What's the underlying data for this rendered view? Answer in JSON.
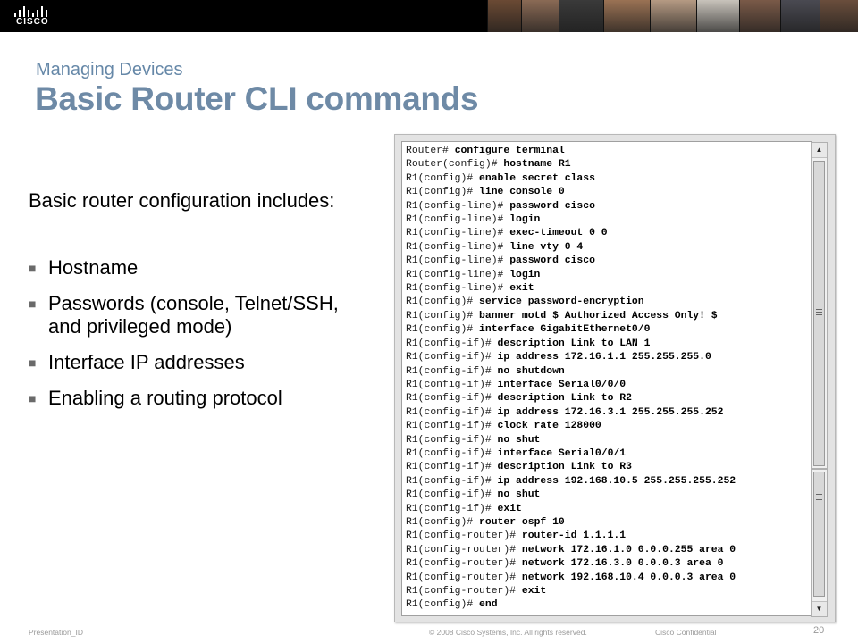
{
  "banner": {
    "logo_text": "CISCO",
    "photos": [
      {
        "color": "#6b4a34"
      },
      {
        "color": "#8a6a55"
      },
      {
        "color": "#3a3a3a"
      },
      {
        "color": "#9a7254"
      },
      {
        "color": "#b59a83"
      },
      {
        "color": "#c8c3bb"
      },
      {
        "color": "#7a5a48"
      },
      {
        "color": "#4a4a52"
      },
      {
        "color": "#6a4e3c"
      }
    ]
  },
  "slide": {
    "supertitle": "Managing Devices",
    "title": "Basic Router CLI commands",
    "intro": "Basic router configuration includes:",
    "bullets": [
      "Hostname",
      "Passwords (console, Telnet/SSH, and privileged mode)",
      "Interface IP addresses",
      "Enabling a routing protocol"
    ]
  },
  "terminal": {
    "lines": [
      {
        "prompt": "Router#",
        "cmd": "configure terminal"
      },
      {
        "prompt": "Router(config)#",
        "cmd": "hostname R1"
      },
      {
        "prompt": "R1(config)#",
        "cmd": "enable secret class"
      },
      {
        "prompt": "R1(config)#",
        "cmd": "line console 0"
      },
      {
        "prompt": "R1(config-line)#",
        "cmd": "password cisco"
      },
      {
        "prompt": "R1(config-line)#",
        "cmd": "login"
      },
      {
        "prompt": "R1(config-line)#",
        "cmd": "exec-timeout 0 0"
      },
      {
        "prompt": "R1(config-line)#",
        "cmd": "line vty 0 4"
      },
      {
        "prompt": "R1(config-line)#",
        "cmd": "password cisco"
      },
      {
        "prompt": "R1(config-line)#",
        "cmd": "login"
      },
      {
        "prompt": "R1(config-line)#",
        "cmd": "exit"
      },
      {
        "prompt": "R1(config)#",
        "cmd": "service password-encryption"
      },
      {
        "prompt": "R1(config)#",
        "cmd": "banner motd $ Authorized Access Only! $"
      },
      {
        "prompt": "R1(config)#",
        "cmd": "interface GigabitEthernet0/0"
      },
      {
        "prompt": "R1(config-if)#",
        "cmd": "description Link to LAN 1"
      },
      {
        "prompt": "R1(config-if)#",
        "cmd": "ip address 172.16.1.1 255.255.255.0"
      },
      {
        "prompt": "R1(config-if)#",
        "cmd": "no shutdown"
      },
      {
        "prompt": "R1(config-if)#",
        "cmd": "interface Serial0/0/0"
      },
      {
        "prompt": "R1(config-if)#",
        "cmd": "description Link to R2"
      },
      {
        "prompt": "R1(config-if)#",
        "cmd": "ip address 172.16.3.1 255.255.255.252"
      },
      {
        "prompt": "R1(config-if)#",
        "cmd": "clock rate 128000"
      },
      {
        "prompt": "R1(config-if)#",
        "cmd": "no shut"
      },
      {
        "prompt": "R1(config-if)#",
        "cmd": "interface Serial0/0/1"
      },
      {
        "prompt": "R1(config-if)#",
        "cmd": "description Link to R3"
      },
      {
        "prompt": "R1(config-if)#",
        "cmd": "ip address 192.168.10.5 255.255.255.252"
      },
      {
        "prompt": "R1(config-if)#",
        "cmd": "no shut"
      },
      {
        "prompt": "R1(config-if)#",
        "cmd": "exit"
      },
      {
        "prompt": "R1(config)#",
        "cmd": "router ospf 10"
      },
      {
        "prompt": "R1(config-router)#",
        "cmd": "router-id 1.1.1.1"
      },
      {
        "prompt": "R1(config-router)#",
        "cmd": "network 172.16.1.0 0.0.0.255 area 0"
      },
      {
        "prompt": "R1(config-router)#",
        "cmd": "network 172.16.3.0 0.0.0.3 area 0"
      },
      {
        "prompt": "R1(config-router)#",
        "cmd": "network 192.168.10.4 0.0.0.3 area 0"
      },
      {
        "prompt": "R1(config-router)#",
        "cmd": "exit"
      },
      {
        "prompt": "R1(config)#",
        "cmd": "end"
      }
    ]
  },
  "footer": {
    "left": "Presentation_ID",
    "center": "© 2008 Cisco Systems, Inc. All rights reserved.",
    "right": "Cisco Confidential",
    "page": "20"
  }
}
